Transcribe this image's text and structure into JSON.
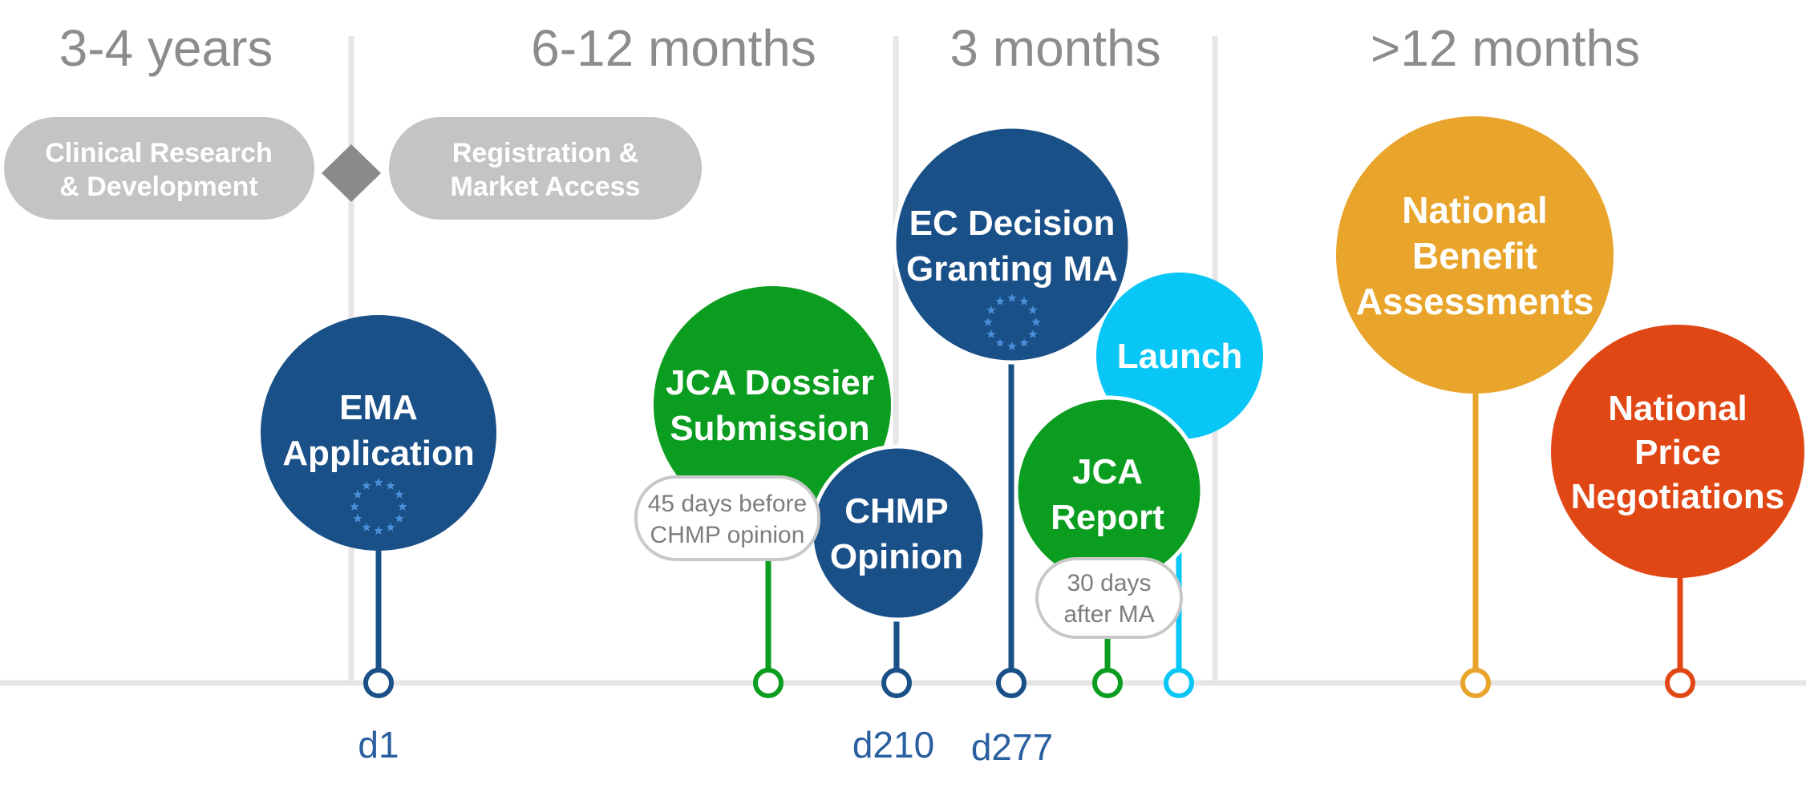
{
  "phases": [
    "3-4 years",
    "6-12 months",
    "3 months",
    ">12 months"
  ],
  "pills": [
    {
      "line1": "Clinical Research",
      "line2": "& Development"
    },
    {
      "line1": "Registration &",
      "line2": "Market Access"
    }
  ],
  "milestones": {
    "ema": {
      "line1": "EMA",
      "line2": "Application",
      "color": "#1a5088"
    },
    "jca_dossier": {
      "line1": "JCA Dossier",
      "line2": "Submission",
      "color": "#0b9d1f"
    },
    "chmp": {
      "line1": "CHMP",
      "line2": "Opinion",
      "color": "#1a5088"
    },
    "ec": {
      "line1": "EC Decision",
      "line2": "Granting MA",
      "color": "#1a5088"
    },
    "launch": {
      "line1": "Launch",
      "color": "#08c6f5"
    },
    "jca_report": {
      "line1": "JCA",
      "line2": "Report",
      "color": "#0b9d1f"
    },
    "nba": {
      "line1": "National",
      "line2": "Benefit",
      "line3": "Assessments",
      "color": "#e8a42b"
    },
    "npn": {
      "line1": "National",
      "line2": "Price",
      "line3": "Negotiations",
      "color": "#e04714"
    }
  },
  "notes": {
    "dossier_note": {
      "line1": "45 days before",
      "line2": "CHMP opinion"
    },
    "report_note": {
      "line1": "30 days",
      "line2": "after MA"
    }
  },
  "day_labels": [
    "d1",
    "d210",
    "d277"
  ],
  "colors": {
    "pill": "#c4c4c4",
    "divider": "#e6e6e6",
    "eu_stars": "#4a90d9"
  }
}
